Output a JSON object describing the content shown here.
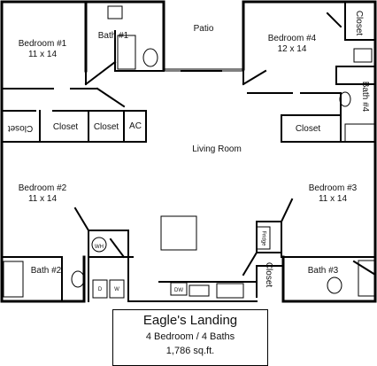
{
  "plan": {
    "rooms": {
      "bedroom1": {
        "name": "Bedroom #1",
        "size": "11 x 14"
      },
      "bath1": {
        "name": "Bath #1"
      },
      "patio": {
        "name": "Patio"
      },
      "bedroom4": {
        "name": "Bedroom #4",
        "size": "12 x 14"
      },
      "closet_b4": {
        "name": "Closet"
      },
      "bath4": {
        "name": "Bath #4"
      },
      "closet_left_rot": {
        "name": "Closet"
      },
      "closet_a": {
        "name": "Closet"
      },
      "closet_b": {
        "name": "Closet"
      },
      "ac": {
        "name": "AC"
      },
      "closet_right": {
        "name": "Closet"
      },
      "living": {
        "name": "Living Room"
      },
      "bedroom2": {
        "name": "Bedroom #2",
        "size": "11 x 14"
      },
      "bedroom3": {
        "name": "Bedroom #3",
        "size": "11 x 14"
      },
      "bath2": {
        "name": "Bath #2"
      },
      "bath3": {
        "name": "Bath #3"
      },
      "closet_b3": {
        "name": "Closet"
      }
    },
    "appliances": {
      "wh": "WH",
      "d": "D",
      "w": "W",
      "dw": "DW",
      "fridge": "Fridge"
    }
  },
  "title_block": {
    "name": "Eagle's Landing",
    "config": "4 Bedroom / 4 Baths",
    "area": "1,786 sq.ft."
  }
}
